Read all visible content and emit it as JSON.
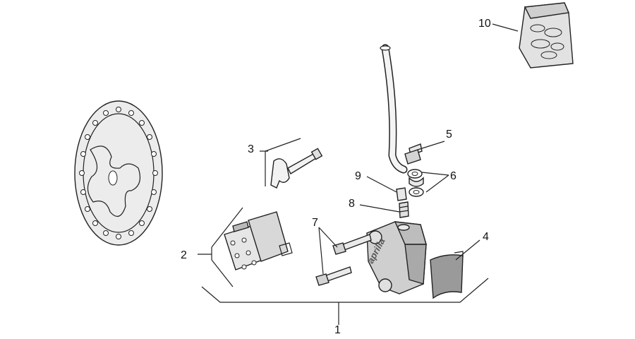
{
  "diagram": {
    "callouts": [
      {
        "id": "c1",
        "label": "1"
      },
      {
        "id": "c2",
        "label": "2"
      },
      {
        "id": "c3",
        "label": "3"
      },
      {
        "id": "c4",
        "label": "4"
      },
      {
        "id": "c5",
        "label": "5"
      },
      {
        "id": "c6",
        "label": "6"
      },
      {
        "id": "c7",
        "label": "7"
      },
      {
        "id": "c8",
        "label": "8"
      },
      {
        "id": "c9",
        "label": "9"
      },
      {
        "id": "c10",
        "label": "10"
      }
    ],
    "caliper_brand": "aprilia"
  }
}
